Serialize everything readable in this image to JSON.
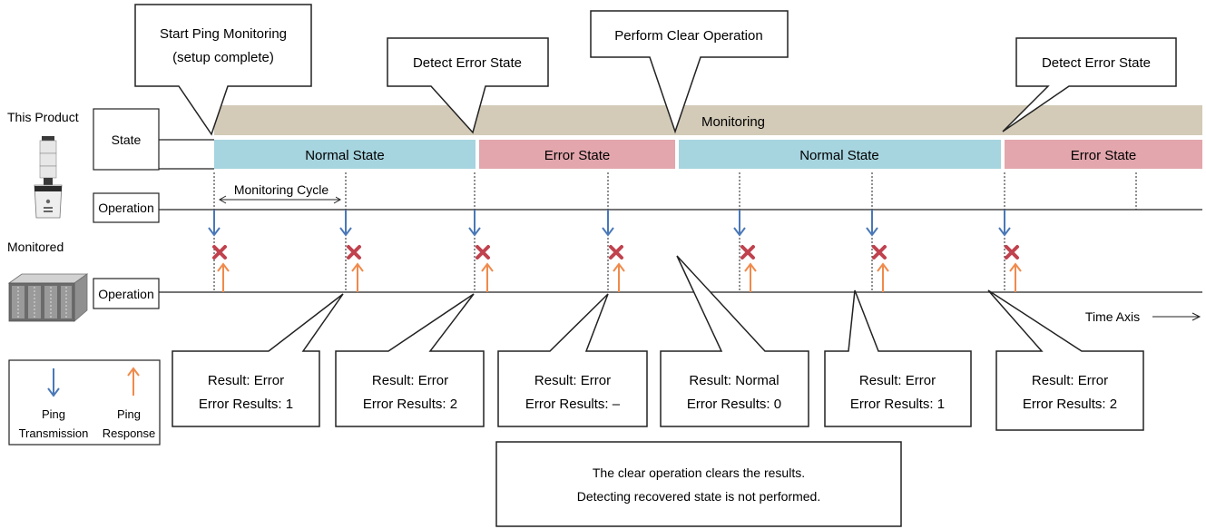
{
  "left_labels": {
    "this_product": "This Product",
    "monitored": "Monitored",
    "state": "State",
    "operation_top": "Operation",
    "operation_bottom": "Operation"
  },
  "monitoring_bar": "Monitoring",
  "states": [
    {
      "label": "Normal State",
      "kind": "normal"
    },
    {
      "label": "Error State",
      "kind": "error"
    },
    {
      "label": "Normal State",
      "kind": "normal"
    },
    {
      "label": "Error State",
      "kind": "error"
    }
  ],
  "monitoring_cycle": "Monitoring Cycle",
  "time_axis": "Time Axis",
  "callouts": [
    {
      "lines": [
        "Start Ping Monitoring",
        "(setup complete)"
      ]
    },
    {
      "lines": [
        "Detect Error State"
      ]
    },
    {
      "lines": [
        "Perform Clear Operation"
      ]
    },
    {
      "lines": [
        "Detect Error State"
      ]
    }
  ],
  "results": [
    {
      "line1": "Result: Error",
      "line2": "Error Results: 1"
    },
    {
      "line1": "Result: Error",
      "line2": "Error Results: 2"
    },
    {
      "line1": "Result: Error",
      "line2": "Error Results: –"
    },
    {
      "line1": "Result: Normal",
      "line2": "Error Results: 0"
    },
    {
      "line1": "Result: Error",
      "line2": "Error Results: 1"
    },
    {
      "line1": "Result: Error",
      "line2": "Error Results: 2"
    }
  ],
  "note": {
    "line1": "The clear operation clears the results.",
    "line2": "Detecting recovered state is not performed."
  },
  "legend": {
    "transmission_line1": "Ping",
    "transmission_line2": "Transmission",
    "response_line1": "Ping",
    "response_line2": "Response"
  },
  "colors": {
    "monitoring": "#d3cbb8",
    "normal": "#a6d4df",
    "error": "#e2a6ac",
    "ping_transmission": "#4a78b7",
    "ping_response": "#f08a4b",
    "failure_mark": "#c0424e"
  },
  "icons": {
    "product": "signal-tower-icon",
    "monitored": "server-rack-icon",
    "failure": "x-mark-icon"
  }
}
